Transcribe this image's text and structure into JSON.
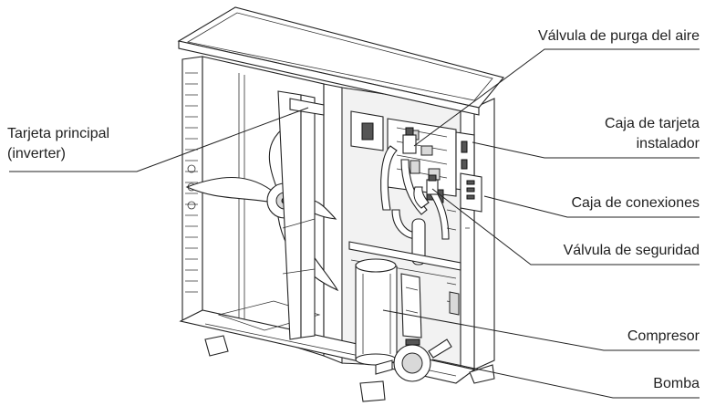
{
  "labels": {
    "air_purge_valve": "Válvula de purga del aire",
    "main_board_line1": "Tarjeta principal",
    "main_board_line2": "(inverter)",
    "installer_board_line1": "Caja de tarjeta",
    "installer_board_line2": "instalador",
    "connection_box": "Caja de conexiones",
    "safety_valve": "Válvula de seguridad",
    "compressor": "Compresor",
    "pump": "Bomba"
  }
}
